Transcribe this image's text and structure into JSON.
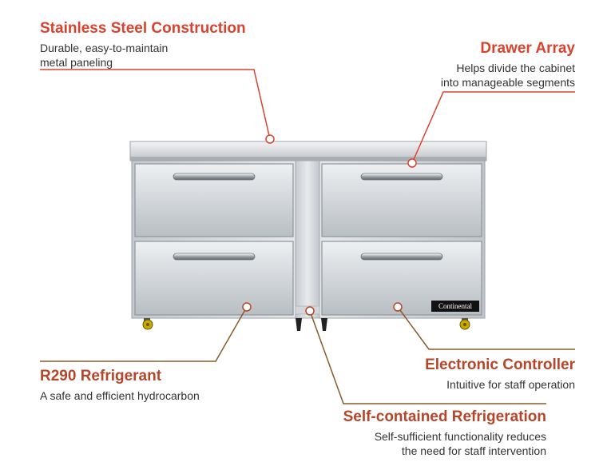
{
  "callouts": {
    "stainless": {
      "title": "Stainless Steel Construction",
      "desc_line1": "Durable, easy-to-maintain",
      "desc_line2": "metal paneling",
      "color": "#d9432e"
    },
    "drawer": {
      "title": "Drawer Array",
      "desc_line1": "Helps divide the cabinet",
      "desc_line2": "into manageable segments",
      "color": "#d9432e"
    },
    "refrigerant": {
      "title": "R290 Refrigerant",
      "desc_line1": "A safe and efficient hydrocarbon",
      "color": "#b5462a"
    },
    "controller": {
      "title": "Electronic Controller",
      "desc_line1": "Intuitive for staff operation",
      "color": "#b5462a"
    },
    "selfcontained": {
      "title": "Self-contained Refrigeration",
      "desc_line1": "Self-sufficient functionality reduces",
      "desc_line2": "the need for staff intervention",
      "color": "#b5462a"
    }
  },
  "product": {
    "brand": "Continental"
  },
  "colors": {
    "accent_red": "#d9432e",
    "accent_brown": "#8a5a2a",
    "steel_light": "#e4e6e8",
    "steel_dark": "#9ea3a8"
  }
}
